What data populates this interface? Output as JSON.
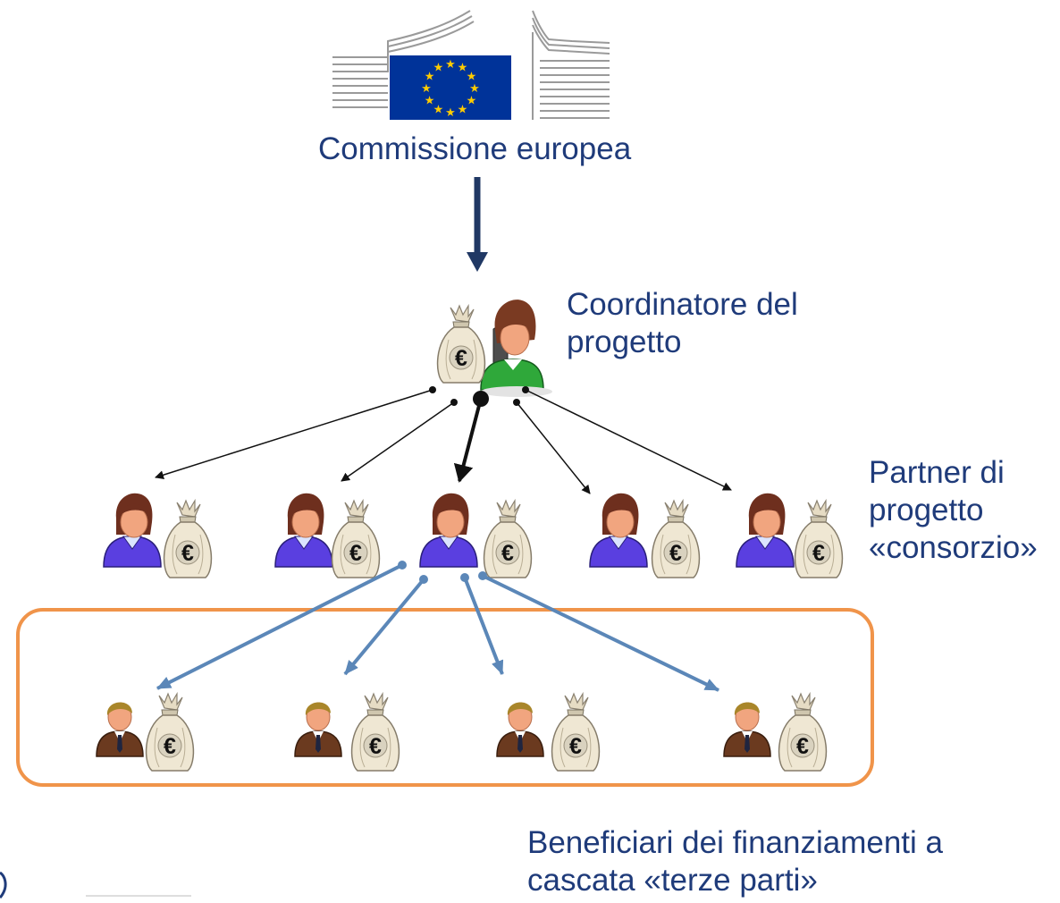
{
  "colors": {
    "label_text": "#1f3b7a",
    "ec_arrow": "#203864",
    "black_arrow": "#111111",
    "blue_arrow": "#5b87b8",
    "orange_box": "#f0944a",
    "eu_flag_blue": "#003399",
    "eu_star": "#ffcc00",
    "partner_shirt": "#5a3fe0",
    "coordinator_shirt": "#2fa83a",
    "third_party_suit": "#6b3a1f",
    "money_bag": "#efe7d3"
  },
  "labels": {
    "commission": "Commissione europea",
    "coordinator": [
      "Coordinatore del",
      "progetto"
    ],
    "partners": [
      "Partner di",
      "progetto",
      "«consorzio»"
    ],
    "third_parties": [
      "Beneficiari dei finanziamenti a",
      "cascata «terze parti»"
    ]
  },
  "icons": {
    "logo": "european-commission-logo-icon",
    "coordinator": "coordinator-person-icon",
    "partner": "partner-person-icon",
    "third_party": "third-party-person-icon",
    "money": "euro-money-bag-icon",
    "money_symbol": "€"
  },
  "counts": {
    "partners": 5,
    "third_parties": 4
  }
}
